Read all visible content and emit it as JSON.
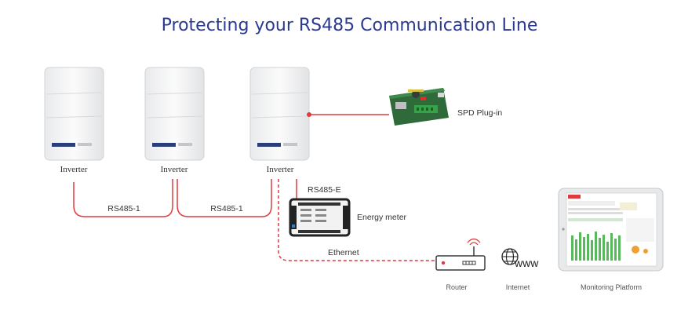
{
  "title": "Protecting your RS485 Communication Line",
  "inverters": [
    {
      "label": "Inverter"
    },
    {
      "label": "Inverter"
    },
    {
      "label": "Inverter"
    }
  ],
  "devices": {
    "spd": "SPD Plug-in",
    "meter": "Energy meter",
    "router": "Router",
    "internet": "Internet",
    "internet_glyph": "www",
    "monitoring": "Monitoring Platform"
  },
  "links": {
    "rs485_1a": "RS485-1",
    "rs485_1b": "RS485-1",
    "rs485_e": "RS485-E",
    "ethernet": "Ethernet"
  },
  "colors": {
    "title": "#2b3990",
    "cable": "#e03a3e"
  }
}
